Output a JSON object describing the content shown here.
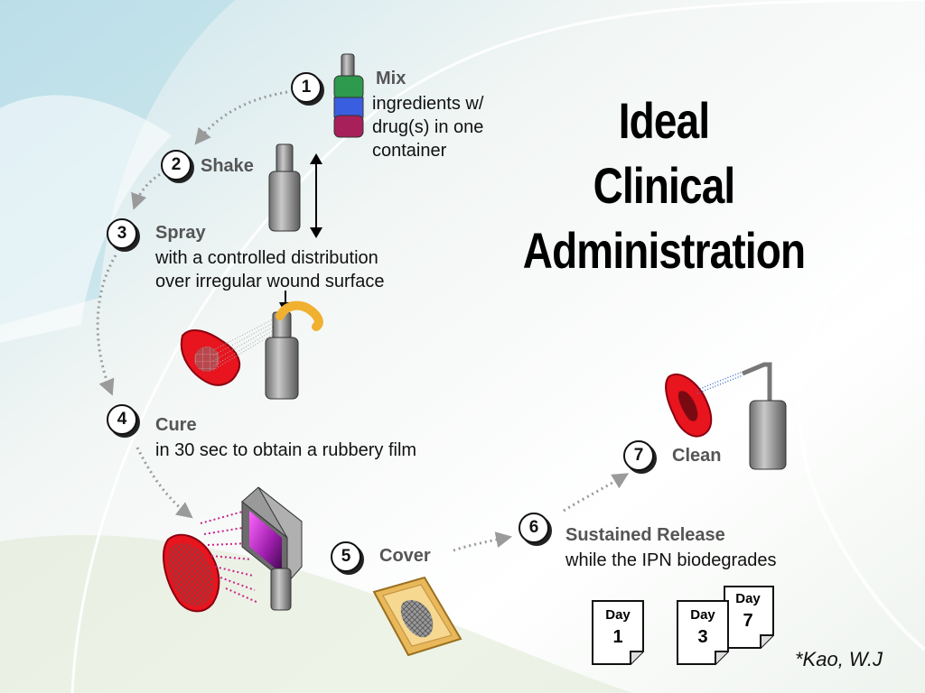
{
  "title": {
    "line1": "Ideal",
    "line2": "Clinical",
    "line3": "Administration"
  },
  "steps": [
    {
      "num": "1",
      "label": "Mix",
      "desc_lines": [
        "ingredients w/",
        "drug(s) in one",
        "container"
      ]
    },
    {
      "num": "2",
      "label": "Shake"
    },
    {
      "num": "3",
      "label": "Spray",
      "desc_lines": [
        "with a controlled distribution",
        "over irregular wound surface"
      ]
    },
    {
      "num": "4",
      "label": "Cure",
      "desc_lines": [
        "in 30 sec to obtain a rubbery film"
      ]
    },
    {
      "num": "5",
      "label": "Cover"
    },
    {
      "num": "6",
      "label": "Sustained Release",
      "desc_lines": [
        "while the IPN biodegrades"
      ]
    },
    {
      "num": "7",
      "label": "Clean"
    }
  ],
  "day_cards": [
    {
      "label": "Day",
      "num": "1"
    },
    {
      "label": "Day",
      "num": "3"
    },
    {
      "label": "Day",
      "num": "7"
    }
  ],
  "credit": "*Kao, W.J",
  "colors": {
    "wound": "#e8141e",
    "dots": "#cc2288",
    "arrow": "#9a9a9a",
    "bottle": "#8a8a8a",
    "gauze": "#e8b85a"
  }
}
